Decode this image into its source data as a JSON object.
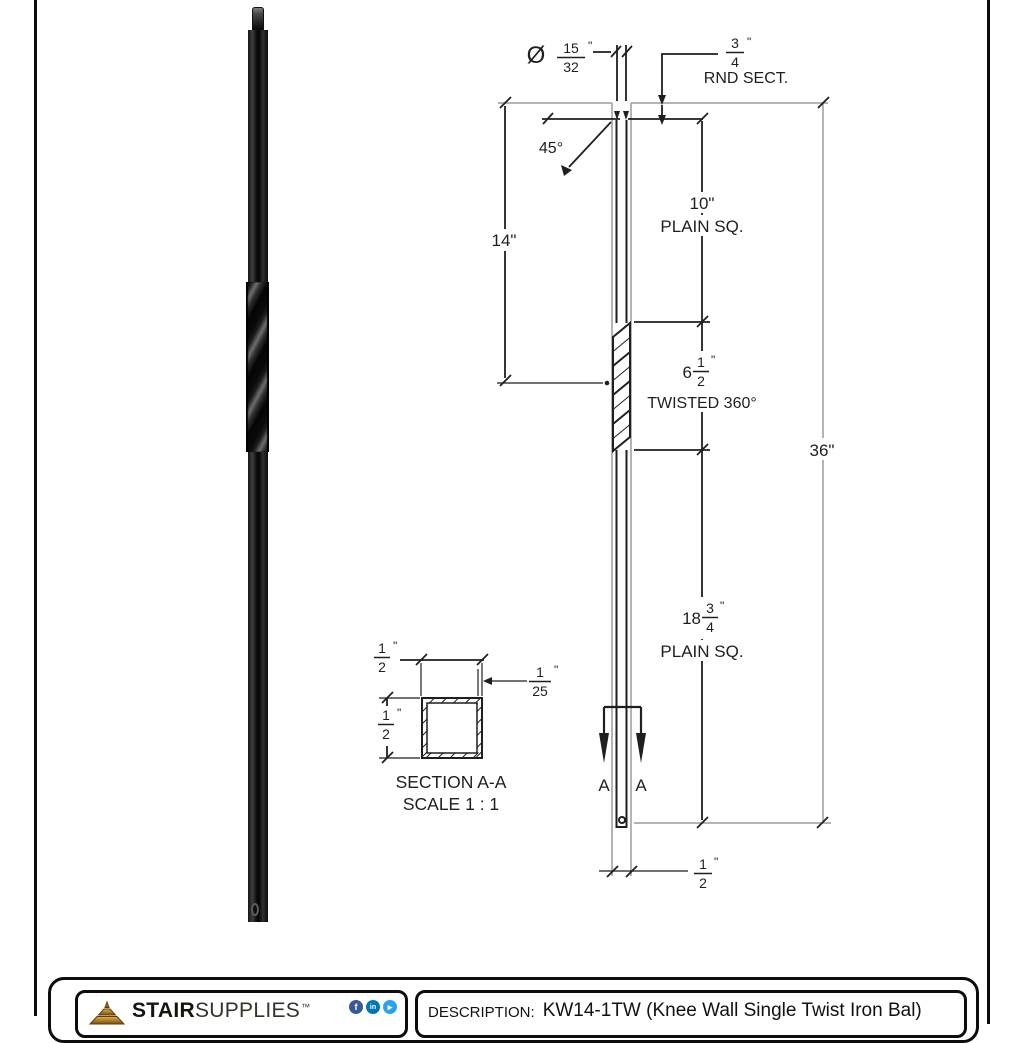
{
  "sheet": {
    "line_color": "#1f1f1f",
    "ext_line_color": "#9c9c9c"
  },
  "photo": {
    "name": "single-twist-iron-baluster-photo"
  },
  "drawing": {
    "dia": {
      "symbol": "Ø",
      "num": "15",
      "den": "32",
      "unit": "\""
    },
    "rnd": {
      "num": "3",
      "den": "4",
      "unit": "\"",
      "label": "RND SECT."
    },
    "chamfer": "45°",
    "dim14": "14\"",
    "sq_top": {
      "value": "10\"",
      "label": "PLAIN SQ."
    },
    "twist": {
      "whole": "6",
      "num": "1",
      "den": "2",
      "unit": "\"",
      "label": "TWISTED 360°"
    },
    "dim36": "36\"",
    "sq_bottom": {
      "whole": "18",
      "num": "3",
      "den": "4",
      "unit": "\"",
      "label": "PLAIN SQ."
    },
    "base": {
      "num": "1",
      "den": "2",
      "unit": "\""
    },
    "section_mark_left": "A",
    "section_mark_right": "A"
  },
  "section": {
    "w": {
      "num": "1",
      "den": "2",
      "unit": "\""
    },
    "h": {
      "num": "1",
      "den": "2",
      "unit": "\""
    },
    "wall": {
      "num": "1",
      "den": "25",
      "unit": "\""
    },
    "title": "SECTION A-A",
    "scale": "SCALE 1 : 1"
  },
  "footer": {
    "brand_bold": "STAIR",
    "brand_light": "SUPPLIES",
    "brand_tm": "™",
    "social": [
      {
        "name": "facebook",
        "glyph": "f",
        "color": "#3b5998"
      },
      {
        "name": "linkedin",
        "glyph": "in",
        "color": "#0077b5"
      },
      {
        "name": "twitter",
        "glyph": "▸",
        "color": "#2aa3ef"
      }
    ],
    "description_label": "DESCRIPTION:",
    "description_value": "KW14-1TW (Knee Wall Single Twist Iron Bal)"
  }
}
